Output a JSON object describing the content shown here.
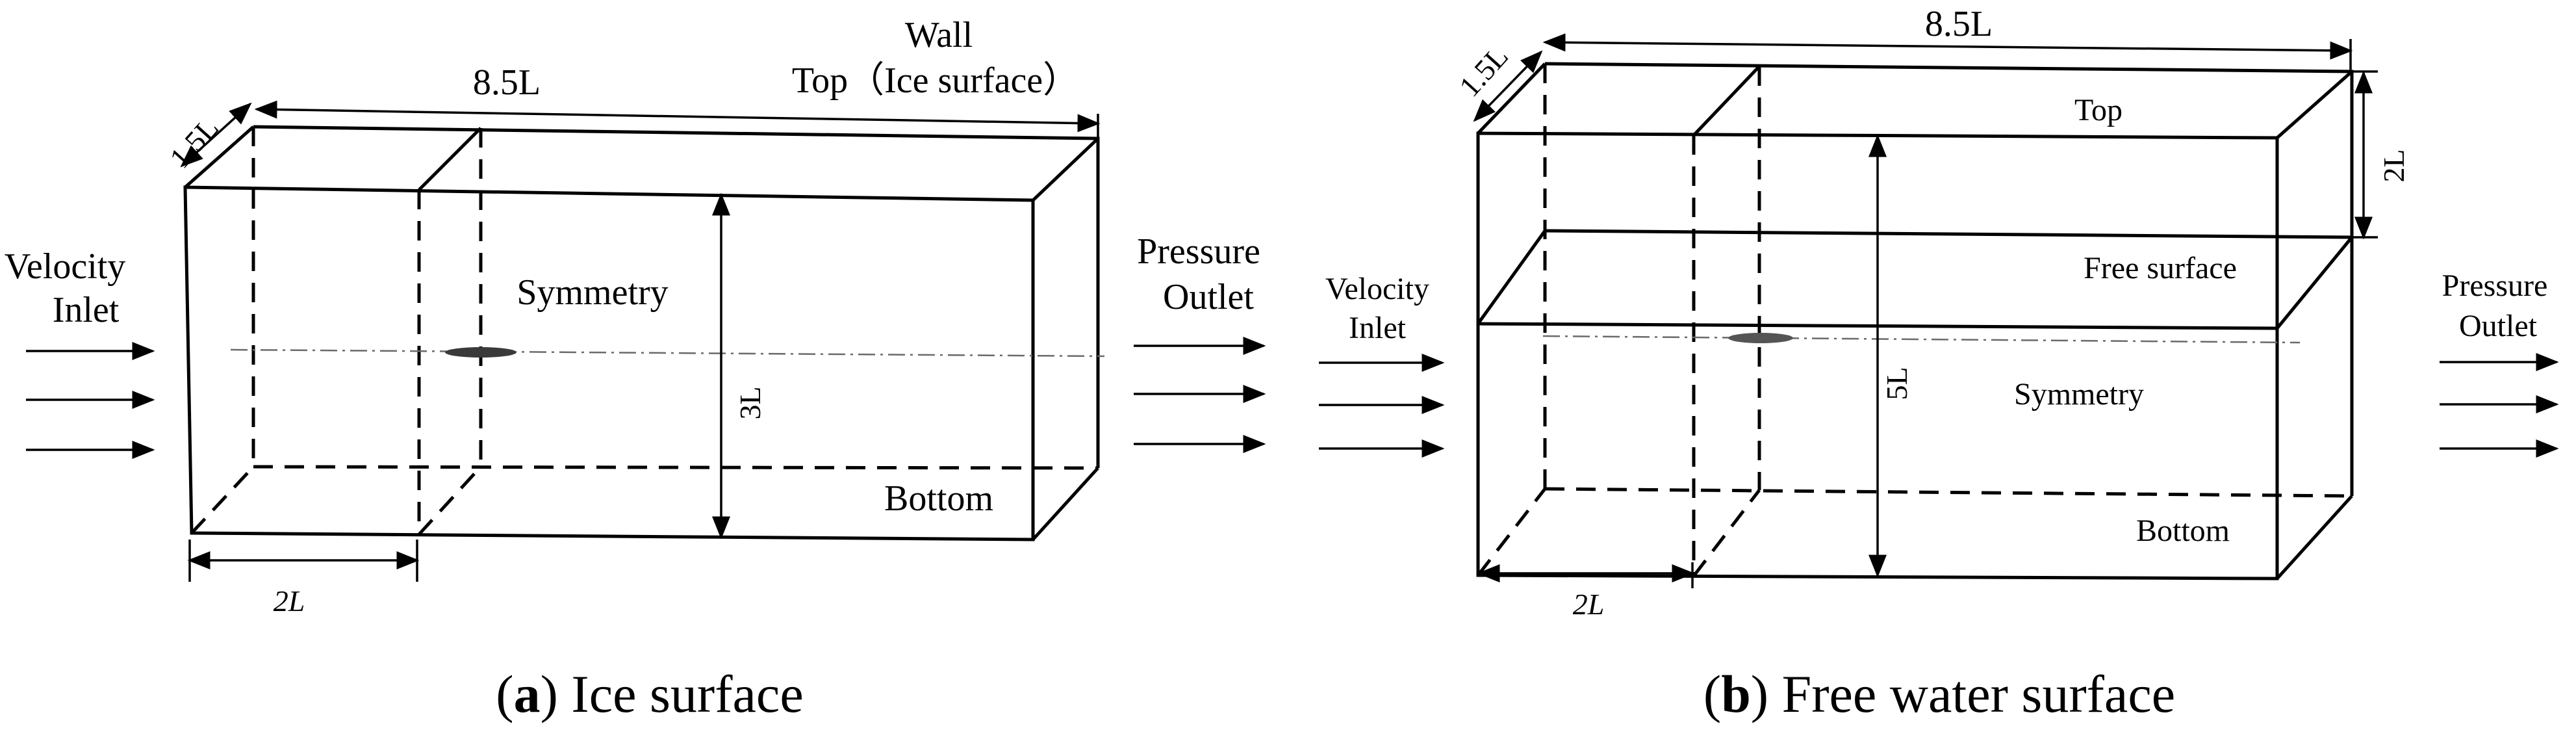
{
  "panel_a": {
    "labels": {
      "wall": "Wall",
      "top": "Top（Ice surface）",
      "length": "8.5L",
      "width": "1.5L",
      "symmetry": "Symmetry",
      "height": "3L",
      "bottom": "Bottom",
      "inlet_dist": "2L",
      "inlet_line1": "Velocity",
      "inlet_line2": "Inlet",
      "outlet_line1": "Pressure",
      "outlet_line2": "Outlet"
    },
    "caption": {
      "letter": "a",
      "text": "Ice surface"
    }
  },
  "panel_b": {
    "labels": {
      "length": "8.5L",
      "width": "1.5L",
      "top": "Top",
      "air_height": "2L",
      "free_surface": "Free surface",
      "symmetry": "Symmetry",
      "height": "5L",
      "bottom": "Bottom",
      "inlet_dist": "2L",
      "inlet_line1": "Velocity",
      "inlet_line2": "Inlet",
      "outlet_line1": "Pressure",
      "outlet_line2": "Outlet"
    },
    "caption": {
      "letter": "b",
      "text": "Free water surface"
    }
  }
}
